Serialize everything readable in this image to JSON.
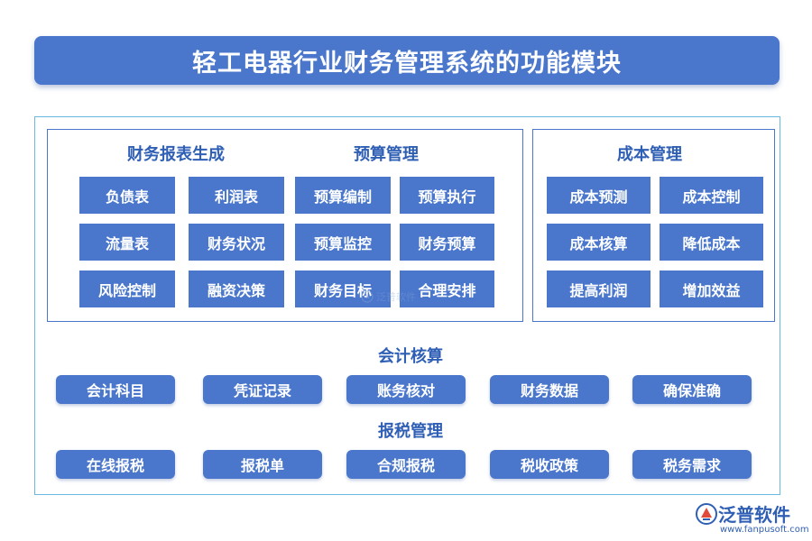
{
  "title": "轻工电器行业财务管理系统的功能模块",
  "sections": {
    "financial_reports": {
      "heading": "财务报表生成",
      "items": [
        "负债表",
        "利润表",
        "流量表",
        "财务状况",
        "风险控制",
        "融资决策"
      ]
    },
    "budget": {
      "heading": "预算管理",
      "items": [
        "预算编制",
        "预算执行",
        "预算监控",
        "财务预算",
        "财务目标",
        "合理安排"
      ]
    },
    "cost": {
      "heading": "成本管理",
      "items": [
        "成本预测",
        "成本控制",
        "成本核算",
        "降低成本",
        "提高利润",
        "增加效益"
      ]
    },
    "accounting": {
      "heading": "会计核算",
      "items": [
        "会计科目",
        "凭证记录",
        "账务核对",
        "财务数据",
        "确保准确"
      ]
    },
    "tax": {
      "heading": "报税管理",
      "items": [
        "在线报税",
        "报税单",
        "合规报税",
        "税收政策",
        "税务需求"
      ]
    }
  },
  "watermark": "泛普软件",
  "brand": {
    "name": "泛普软件",
    "url": "www.fanpusoft.com"
  },
  "colors": {
    "primary": "#4a77cc",
    "heading": "#2f5fb5",
    "outer_border": "#6ab9e0"
  }
}
